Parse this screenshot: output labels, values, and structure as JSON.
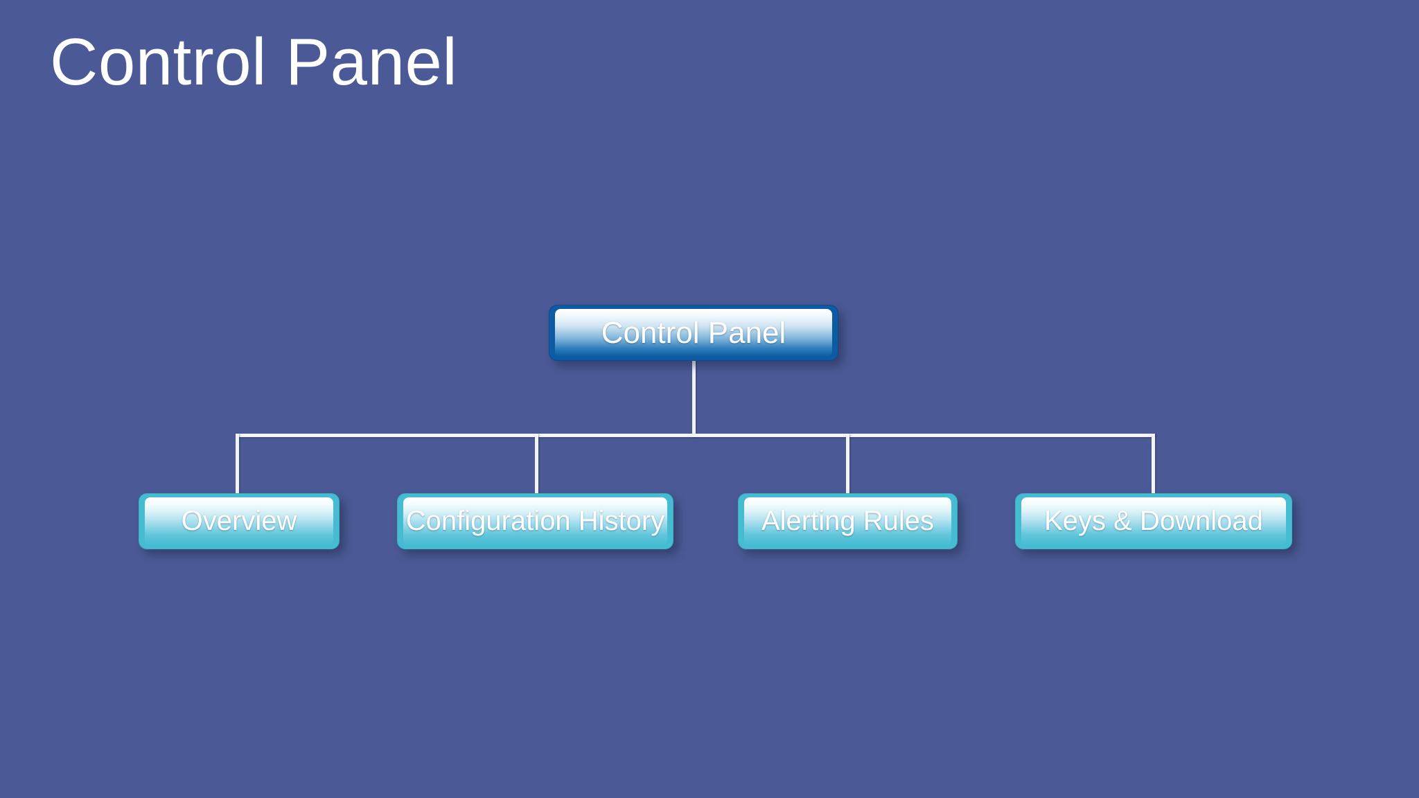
{
  "slide": {
    "title": "Control Panel",
    "background_color": "#4b5a96",
    "title_color": "#ffffff",
    "connector_color": "#f2f4fb"
  },
  "chart_data": {
    "type": "diagram",
    "diagram_kind": "organization-chart",
    "title": "Control Panel",
    "root": {
      "label": "Control Panel",
      "fill_color": "#0d5ba3",
      "text_color": "#ffffff"
    },
    "children": [
      {
        "label": "Overview",
        "fill_color": "#45bcd2",
        "text_color": "#ffffff"
      },
      {
        "label": "Configuration History",
        "fill_color": "#45bcd2",
        "text_color": "#ffffff"
      },
      {
        "label": "Alerting Rules",
        "fill_color": "#45bcd2",
        "text_color": "#ffffff"
      },
      {
        "label": "Keys & Download",
        "fill_color": "#45bcd2",
        "text_color": "#ffffff"
      }
    ]
  }
}
